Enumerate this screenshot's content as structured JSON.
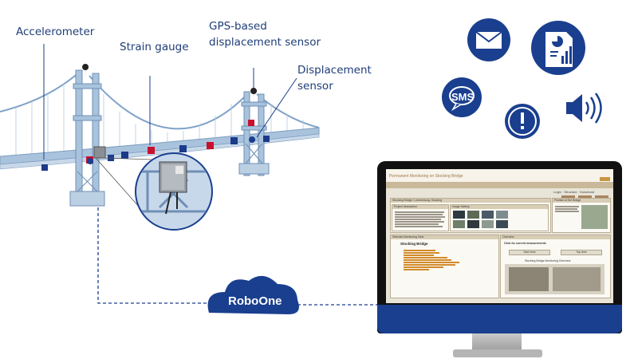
{
  "labels": {
    "accelerometer": "Accelerometer",
    "strain_gauge": "Strain gauge",
    "gps_sensor": "GPS-based\ndisplacement sensor",
    "displacement_sensor": "Displacement\nsensor"
  },
  "cloud": {
    "label": "RoboOne"
  },
  "notifications": {
    "sms_label": "SMS",
    "icons": [
      "mail-icon",
      "report-document-icon",
      "sms-bubble-icon",
      "exclamation-alert-icon",
      "speaker-volume-icon"
    ]
  },
  "colors": {
    "brand_blue": "#1a3f8f",
    "bridge_blue": "#a9c3dd",
    "sensor_red": "#c8102e",
    "sensor_blue": "#1b3a8a"
  },
  "screen": {
    "page_title": "Permanent Monitoring on Stocking Bridge",
    "header_links": "Login · Structure · Download",
    "panel_left_title": "Stocking Bridge / Lohmeldung, Stocking",
    "project_desc_title": "Project description",
    "image_gallery_title": "Image Gallery",
    "location_title": "Position of the Bridge",
    "selected_view_title": "Selected Monitoring View",
    "tree_root": "Stocking Bridge",
    "overview_title": "Overview",
    "click_text": "Click for current measurements",
    "chart_title": "Stocking Bridge Monitoring Overview",
    "btn_left": "Start view",
    "btn_right": "Top view"
  }
}
